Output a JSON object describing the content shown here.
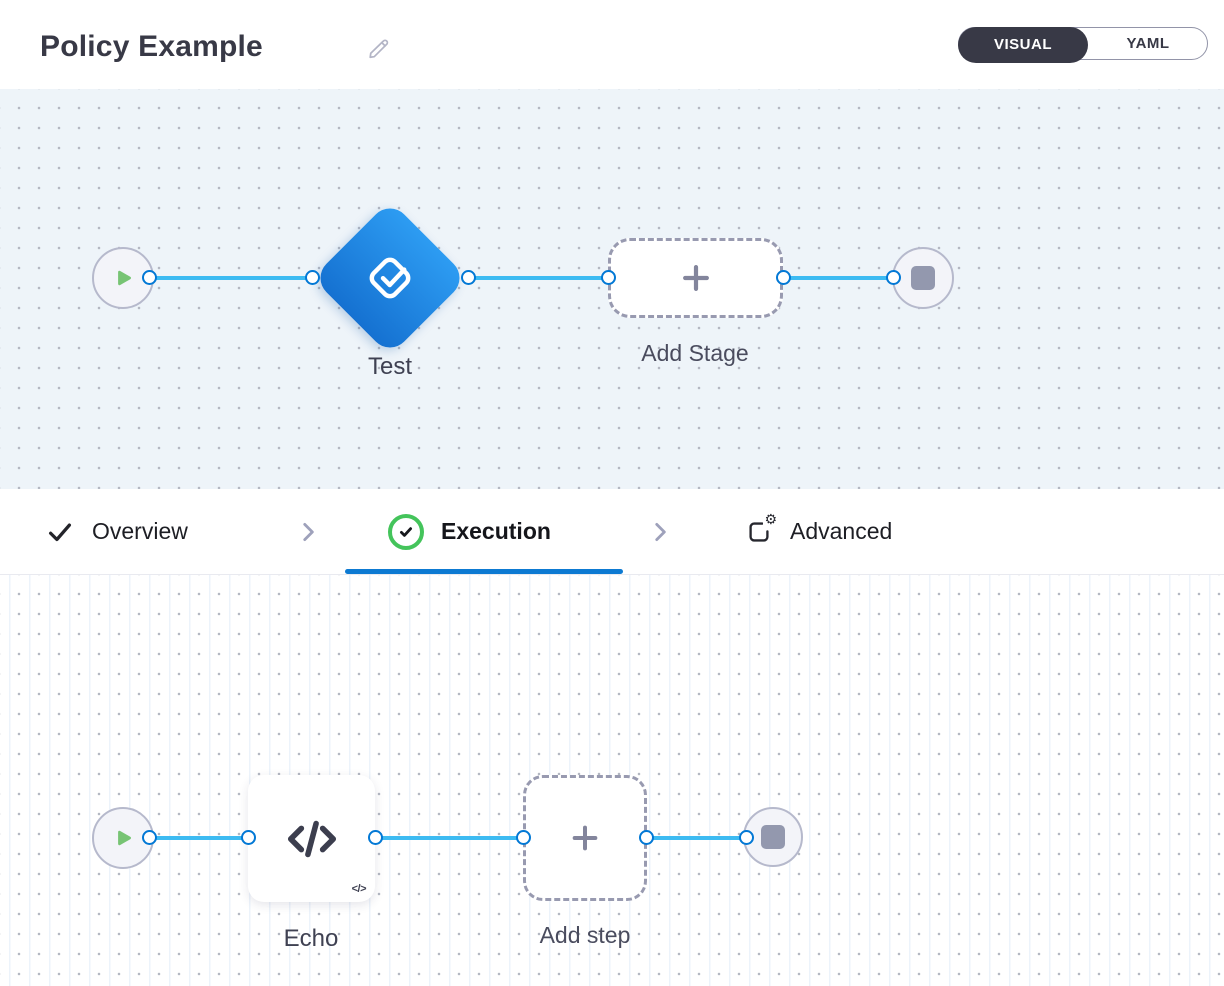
{
  "header": {
    "title": "Policy Example",
    "view_toggle": {
      "options": [
        "VISUAL",
        "YAML"
      ],
      "selected": "VISUAL"
    }
  },
  "stage_canvas": {
    "stage": {
      "label": "Test",
      "type": "approval-diamond"
    },
    "add_stage": {
      "label": "Add Stage"
    }
  },
  "tab_bar": {
    "tabs": [
      {
        "label": "Overview",
        "icon": "check-icon",
        "state": "completed"
      },
      {
        "label": "Execution",
        "icon": "check-circle-icon",
        "state": "active"
      },
      {
        "label": "Advanced",
        "icon": "advanced-settings-icon",
        "state": "default"
      }
    ]
  },
  "step_canvas": {
    "step": {
      "label": "Echo",
      "badge": "</>",
      "type": "shell-script"
    },
    "add_step": {
      "label": "Add step"
    }
  },
  "icons": [
    "pencil-icon",
    "play-icon",
    "stop-icon",
    "approval-check-icon",
    "plus-icon",
    "check-icon",
    "check-circle-icon",
    "advanced-settings-icon",
    "chevron-right-icon",
    "code-icon"
  ],
  "colors": {
    "accent_blue": "#0278d5",
    "edge_blue": "#3dbbf2",
    "diamond_blue_light": "#2d9cf2",
    "diamond_blue_dark": "#1571d1",
    "success_green": "#44c45b",
    "dark_slate": "#383946",
    "canvas_tint": "#eef4f9"
  }
}
